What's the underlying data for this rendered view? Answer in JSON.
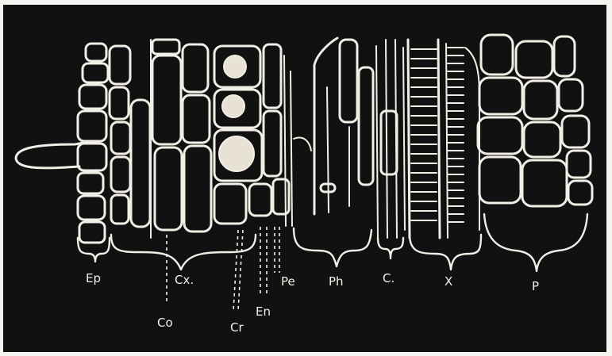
{
  "figure": {
    "background": "#111111",
    "line_color": "#f1eee5",
    "labels": {
      "epidermis": "Ep",
      "cortex": "Cx.",
      "collenchyma": "Co",
      "crystals": "Cr",
      "endodermis": "En",
      "pericycle": "Pe",
      "phloem": "Ph",
      "cambium": "C.",
      "xylem": "X",
      "pith": "P"
    }
  }
}
